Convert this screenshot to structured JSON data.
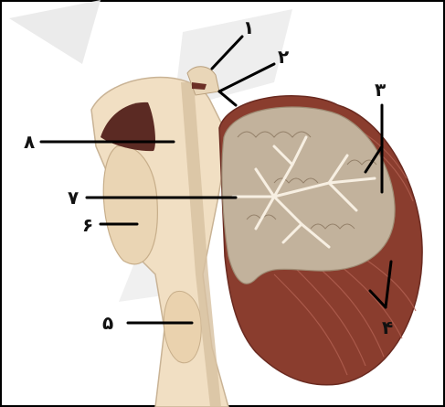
{
  "labels": {
    "l1": "۱",
    "l2": "۲",
    "l3": "۳",
    "l4": "۴",
    "l5": "۵",
    "l6": "۶",
    "l7": "۷",
    "l8": "۸"
  },
  "colors": {
    "border": "#000000",
    "brainstem": "#f1dfc3",
    "cerebellum_gray": "#c2b29c",
    "cerebellum_red": "#8a3d2e",
    "cavity": "#5b2a23",
    "watermark": "#e6e6e6"
  }
}
